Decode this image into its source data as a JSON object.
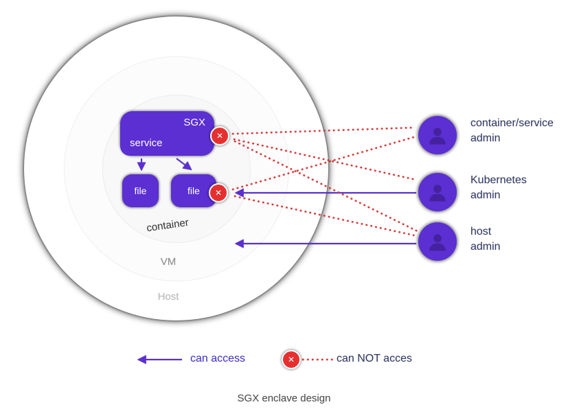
{
  "caption": "SGX enclave design",
  "rings": {
    "host": "Host",
    "vm": "VM",
    "container": "container"
  },
  "enclave": {
    "sgx": "SGX",
    "service": "service",
    "file_left": "file",
    "file_right": "file"
  },
  "admins": [
    {
      "line1": "container/service",
      "line2": "admin"
    },
    {
      "line1": "Kubernetes",
      "line2": "admin"
    },
    {
      "line1": "host",
      "line2": "admin"
    }
  ],
  "legend": {
    "can_access": "can access",
    "can_not_access": "can NOT acces"
  },
  "icons": {
    "x_glyph": "✕"
  },
  "colors": {
    "purple": "#5b2fd1",
    "red": "#e63030",
    "navy": "#333a66",
    "legend_purple": "#4736c9",
    "caption_gray": "#4d4d4d",
    "vm_gray": "#8f8f8f",
    "host_gray": "#bdbdbd",
    "container_text": "#3a3a3a"
  }
}
